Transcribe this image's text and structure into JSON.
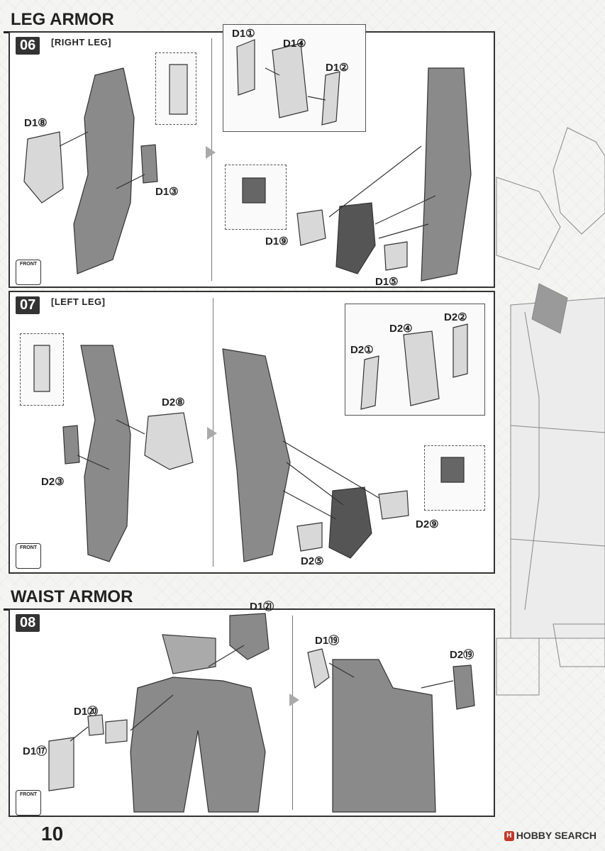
{
  "sections": {
    "leg_armor": "LEG ARMOR",
    "waist_armor": "WAIST ARMOR"
  },
  "steps": {
    "s06": {
      "number": "06",
      "subtitle": "[RIGHT LEG]",
      "labels": [
        "D1⑧",
        "D1③",
        "D1①",
        "D1④",
        "D1②",
        "D1⑨",
        "D1⑤"
      ]
    },
    "s07": {
      "number": "07",
      "subtitle": "[LEFT LEG]",
      "labels": [
        "D2⑧",
        "D2③",
        "D2④",
        "D2②",
        "D2①",
        "D2⑨",
        "D2⑤"
      ]
    },
    "s08": {
      "number": "08",
      "labels": [
        "D1⑳",
        "D1㉑",
        "D1⑲",
        "D2⑲",
        "D1⑰"
      ]
    }
  },
  "front_label": "FRONT",
  "page_number": "10",
  "watermark": "HOBBY SEARCH",
  "colors": {
    "part_gray": "#8a8a8a",
    "part_light": "#d8d8d8",
    "border": "#333333"
  }
}
